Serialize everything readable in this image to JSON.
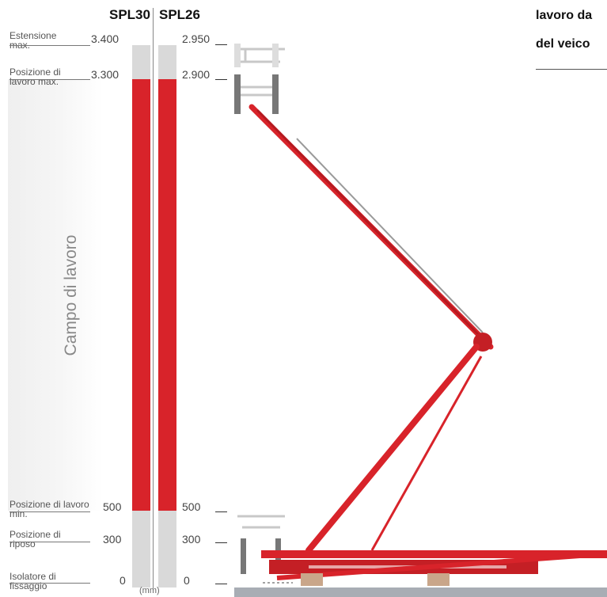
{
  "models": {
    "spl30": "SPL30",
    "spl26": "SPL26"
  },
  "levels": {
    "extension_max": "Estensione max.",
    "working_max": "Posizione di lavoro max.",
    "working_min": "Posizione di lavoro min.",
    "rest": "Posizione di riposo",
    "insulator": "Isolatore di fissaggio"
  },
  "spl30_values": {
    "extension_max": "3.400",
    "working_max": "3.300",
    "working_min": "500",
    "rest": "300",
    "insulator": "0"
  },
  "spl26_values": {
    "extension_max": "2.950",
    "working_max": "2.900",
    "working_min": "500",
    "rest": "300",
    "insulator": "0"
  },
  "working_range_label": "Campo di lavoro",
  "unit": "(mm)",
  "heading": {
    "line1": "lavoro da",
    "line2": "del veico"
  },
  "colors": {
    "pantograph_red": "#d8232a",
    "bar_gray": "#d9d9d9",
    "ground_gray": "#a8adb4"
  },
  "bars": {
    "spl30_working_range_mm": [
      500,
      3300
    ],
    "spl30_extension_max_mm": 3400,
    "spl26_working_range_mm": [
      500,
      2900
    ],
    "spl26_extension_max_mm": 2950
  }
}
